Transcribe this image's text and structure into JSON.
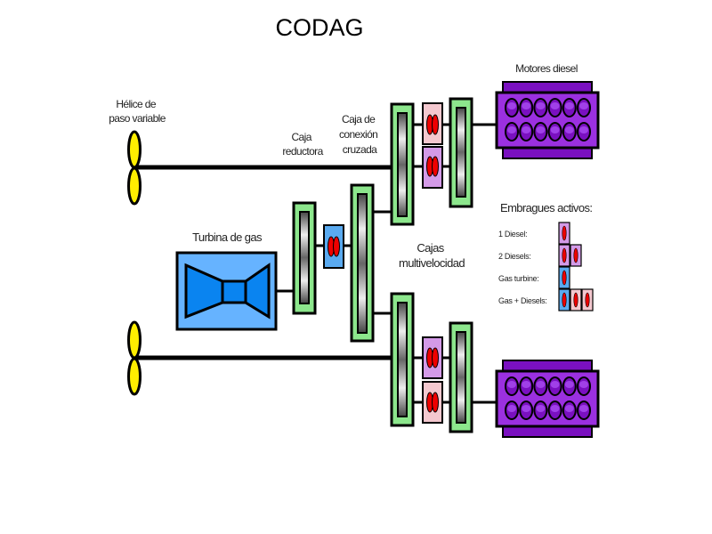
{
  "title": "CODAG",
  "labels": {
    "propeller": [
      "Hélice de",
      "paso variable"
    ],
    "reduction_gearbox": [
      "Caja",
      "reductora"
    ],
    "cross_connect_gearbox": [
      "Caja de",
      "conexión",
      "cruzada"
    ],
    "gas_turbine": "Turbina de gas",
    "multispeed_gearboxes": [
      "Cajas",
      "multivelocidad"
    ],
    "diesel_engines": "Motores diesel"
  },
  "legend": {
    "title": "Embragues activos:",
    "items": [
      {
        "label": "1 Diesel:",
        "clutches": [
          "diesel"
        ]
      },
      {
        "label": "2 Diesels:",
        "clutches": [
          "diesel",
          "diesel"
        ]
      },
      {
        "label": "Gas turbine:",
        "clutches": [
          "gas"
        ]
      },
      {
        "label": "Gas + Diesels:",
        "clutches": [
          "gas",
          "pink",
          "pink"
        ]
      }
    ]
  },
  "colors": {
    "gearbox": "#8ce68c",
    "turbine_bg": "#66b3ff",
    "turbine_core": "#0a84f0",
    "engine": "#9b30e0",
    "engine_dark": "#7a10c0",
    "propeller": "#ffee00",
    "clutch_red": "#ee0000",
    "clutch_pink": "#f4c8cf",
    "clutch_violet": "#d49ae8",
    "clutch_blue": "#5aaaf0",
    "shaft": "#000000"
  }
}
